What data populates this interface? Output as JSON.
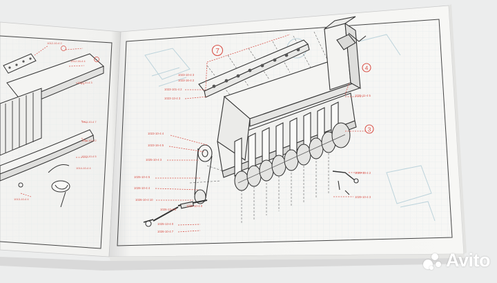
{
  "callouts": {
    "c7": "7",
    "c4": "4",
    "c3": "3"
  },
  "part_labels": {
    "p1": "1023-101-4 2",
    "p2": "1023-13-4 3",
    "p3": "1023-10-4 4",
    "p4": "1023-16-4 5",
    "p5": "1025-10-4 3",
    "p6": "1025-10-4 5",
    "p7": "1026-10-4 4",
    "p8": "1026-10-4 10",
    "p9": "1025-13-4 0",
    "p10": "1026-10-4 7",
    "p11": "1026-11-4 5",
    "p12": "1029-13-4 2",
    "p13": "1029-10-4 3",
    "p14": "1029-10-4 0",
    "p15": "1026-13-4 8",
    "p16": "1023-10-4 3",
    "p17": "1023-16-4 2"
  },
  "left_labels": {
    "l1": "1012-10-4 2",
    "l2": "1012-16-4 4",
    "l3": "1013-10-4 3",
    "l4": "1013-10-4 7",
    "l5": "1014-10-4 2",
    "l6": "1013-10-4 5",
    "l7": "1014-10-4 4",
    "l8": "1013-10-4 4"
  },
  "watermark_text": "Avito",
  "colors": {
    "background": "#eceded",
    "paper": "#f7f7f5",
    "line_art": "#3a3a3a",
    "callout_red": "#d9534a",
    "grid_blue": "#c8d6de"
  }
}
